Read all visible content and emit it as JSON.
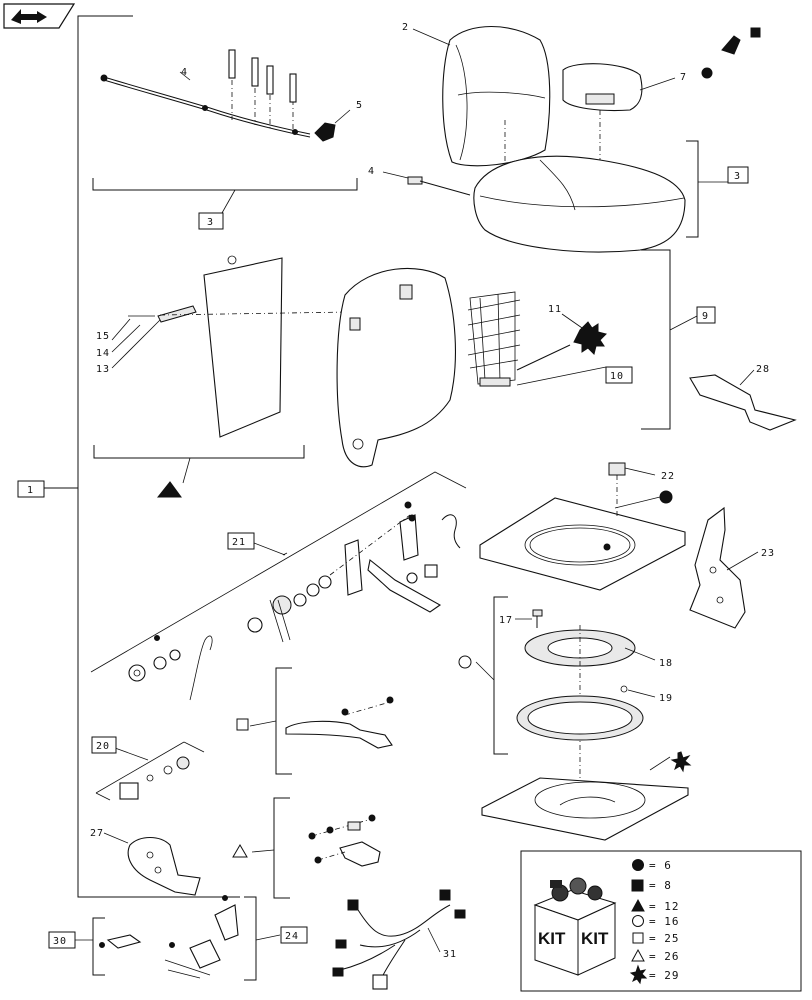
{
  "nav": {
    "back_icon": "arrow-back-icon"
  },
  "callouts": {
    "n2": "2",
    "n4a": "4",
    "n4b": "4",
    "n5": "5",
    "n7": "7",
    "n11": "11",
    "n13": "13",
    "n14": "14",
    "n15": "15",
    "n17": "17",
    "n18": "18",
    "n19": "19",
    "n22": "22",
    "n23": "23",
    "n27": "27",
    "n28": "28",
    "n31": "31"
  },
  "boxed_callouts": {
    "b1": "1",
    "b3a": "3",
    "b3b": "3",
    "b9": "9",
    "b10": "10",
    "b20": "20",
    "b21": "21",
    "b24": "24",
    "b30": "30"
  },
  "kit_legend": {
    "kit_label_1": "KIT",
    "kit_label_2": "KIT",
    "rows": [
      {
        "symbol": "circle-filled",
        "text": "= 6"
      },
      {
        "symbol": "square-filled",
        "text": "= 8"
      },
      {
        "symbol": "triangle-filled",
        "text": "= 12"
      },
      {
        "symbol": "circle-outline",
        "text": "= 16"
      },
      {
        "symbol": "square-outline",
        "text": "= 25"
      },
      {
        "symbol": "triangle-outline",
        "text": "= 26"
      },
      {
        "symbol": "star-filled",
        "text": "= 29"
      }
    ]
  },
  "colors": {
    "line": "#111111",
    "paper": "#ffffff",
    "shade": "#e9e9e9"
  }
}
